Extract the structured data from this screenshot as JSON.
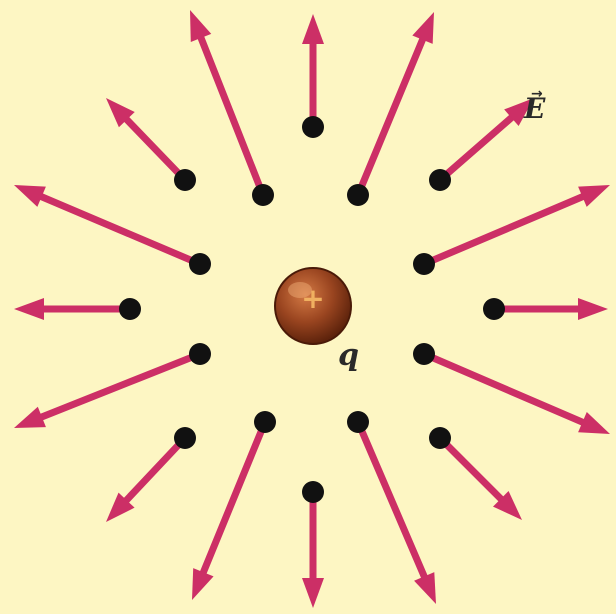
{
  "charge": {
    "sign": "+",
    "label": "q",
    "color": "#8a3a1a"
  },
  "field": {
    "label": "E",
    "vector_mark": "→",
    "arrow_color": "#cc2f66",
    "dot_color": "#111111",
    "arrow_count": 16
  },
  "background_color": "#fdf6c3"
}
